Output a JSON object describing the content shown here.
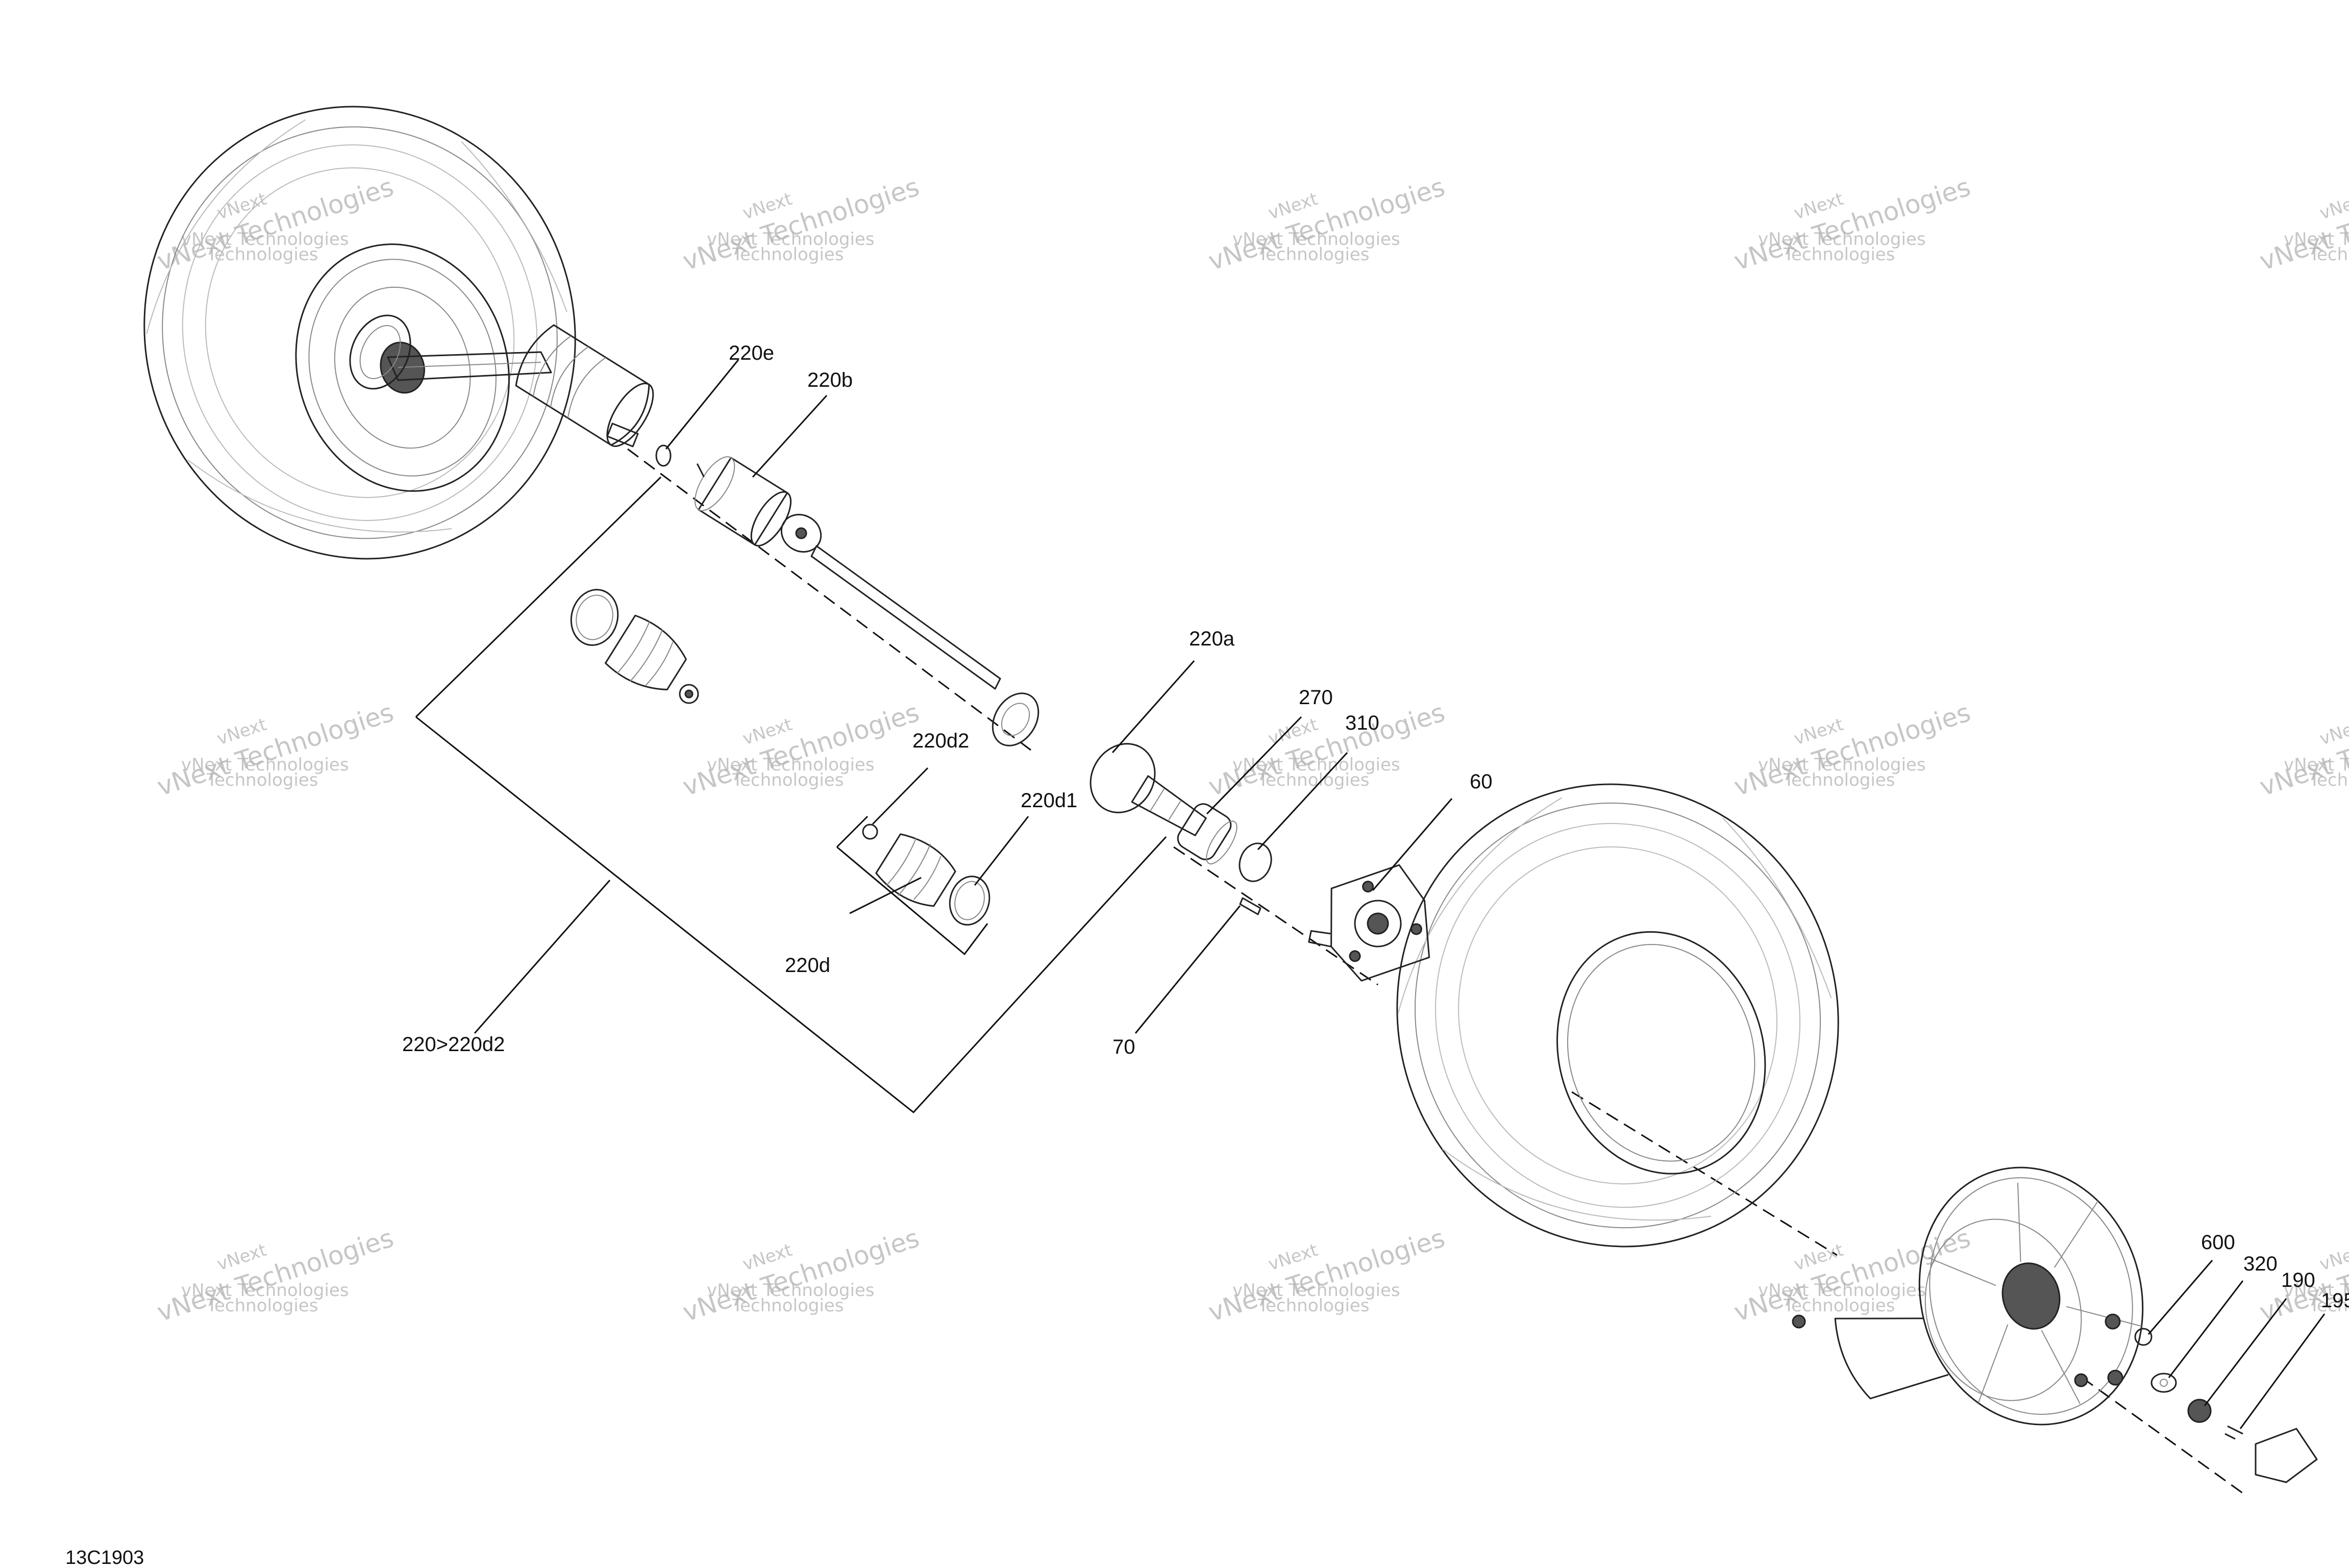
{
  "drawing_code": "13C1903",
  "watermark": {
    "top": "vNext",
    "line1": "vNext Technologies",
    "line2": "Technologies"
  },
  "callouts": {
    "c220e": "220e",
    "c220b": "220b",
    "c220a": "220a",
    "c220d2": "220d2",
    "c220d1": "220d1",
    "c220d": "220d",
    "c220range": "220>220d2",
    "c270": "270",
    "c310": "310",
    "c60": "60",
    "c70": "70",
    "c600": "600",
    "c320": "320",
    "c190": "190",
    "c195": "195"
  }
}
